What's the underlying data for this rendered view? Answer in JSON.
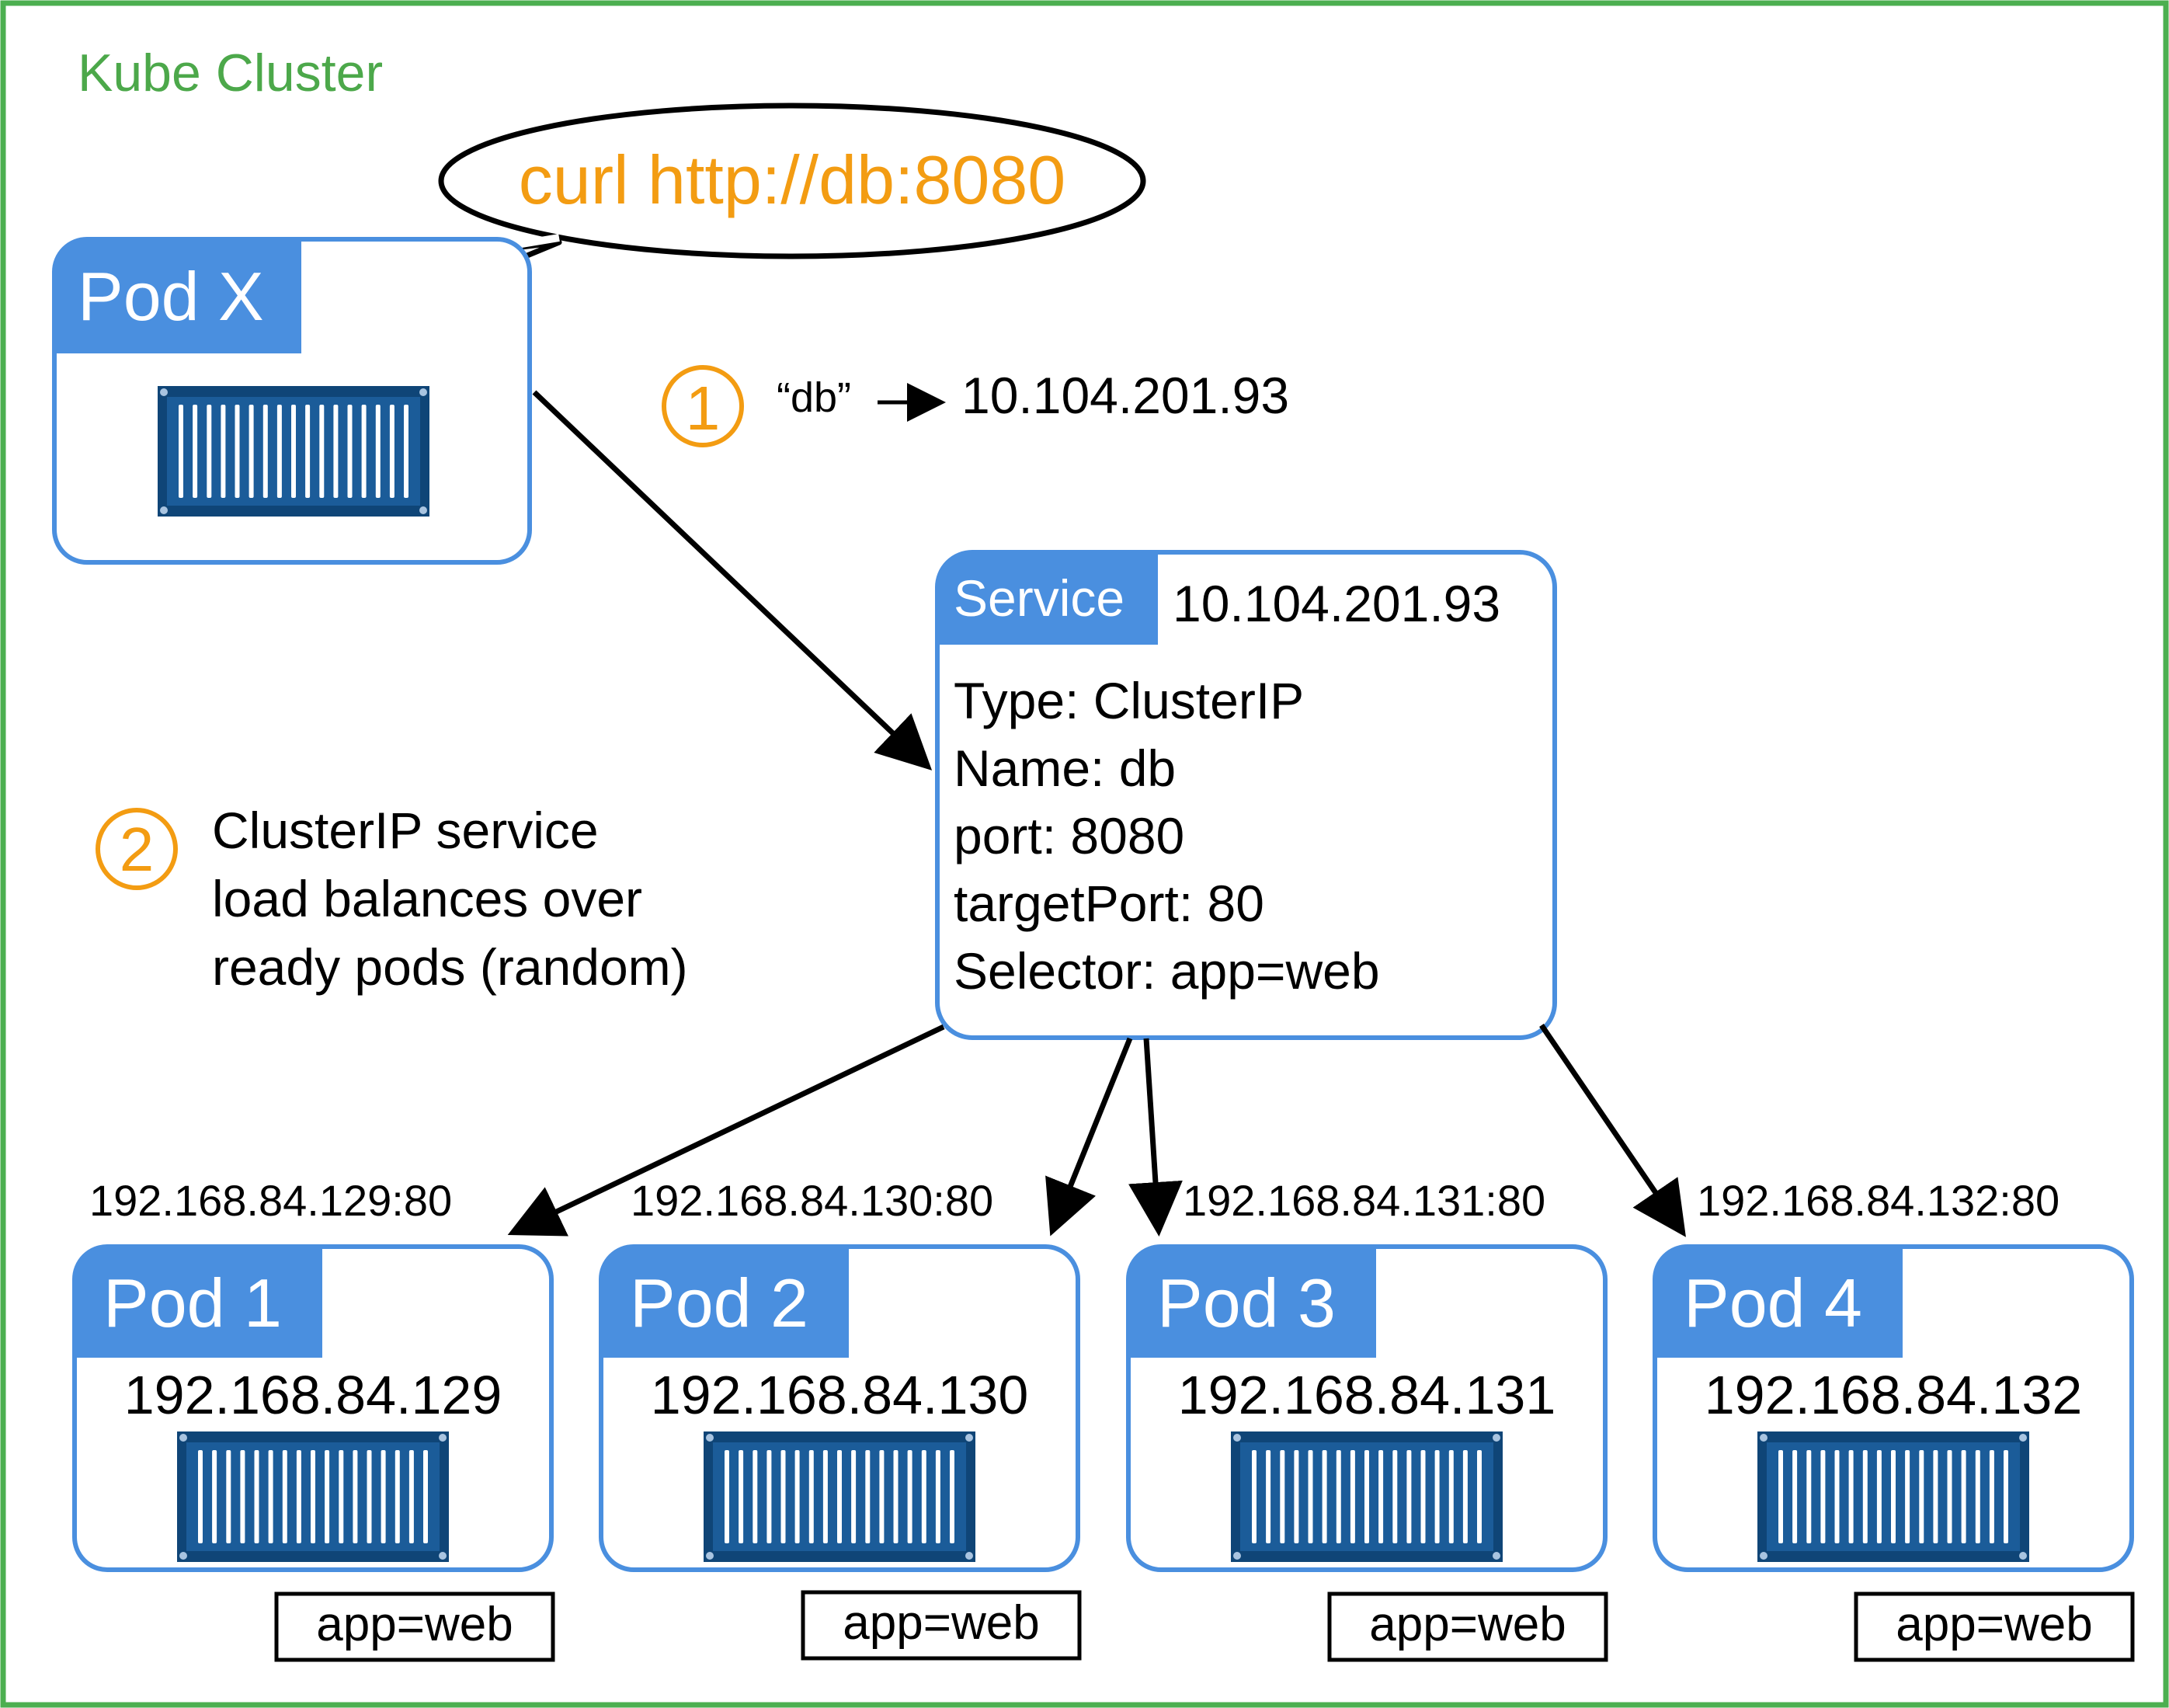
{
  "cluster": {
    "label": "Kube Cluster"
  },
  "colors": {
    "cluster_border": "#4caf50",
    "cluster_label": "#4ca84a",
    "pod_border": "#4a8fdf",
    "pod_header": "#4a8fdf",
    "container": "#13508a",
    "accent_orange": "#f39c12",
    "text": "#000000",
    "header_text": "#ffffff"
  },
  "pod_x": {
    "title": "Pod X",
    "speech": "curl http://db:8080",
    "icon": "container-icon"
  },
  "step1": {
    "number": "1",
    "from": "“db”",
    "to": "10.104.201.93"
  },
  "step2": {
    "number": "2",
    "lines": [
      "ClusterIP service",
      "load balances over",
      "ready pods (random)"
    ]
  },
  "service": {
    "title": "Service",
    "ip": "10.104.201.93",
    "details": [
      "Type: ClusterIP",
      "Name: db",
      "port: 8080",
      "targetPort: 80",
      "Selector: app=web"
    ]
  },
  "pods": [
    {
      "title": "Pod 1",
      "ip": "192.168.84.129",
      "endpoint": "192.168.84.129:80",
      "label": "app=web",
      "icon": "container-icon"
    },
    {
      "title": "Pod 2",
      "ip": "192.168.84.130",
      "endpoint": "192.168.84.130:80",
      "label": "app=web",
      "icon": "container-icon"
    },
    {
      "title": "Pod 3",
      "ip": "192.168.84.131",
      "endpoint": "192.168.84.131:80",
      "label": "app=web",
      "icon": "container-icon"
    },
    {
      "title": "Pod 4",
      "ip": "192.168.84.132",
      "endpoint": "192.168.84.132:80",
      "label": "app=web",
      "icon": "container-icon"
    }
  ]
}
